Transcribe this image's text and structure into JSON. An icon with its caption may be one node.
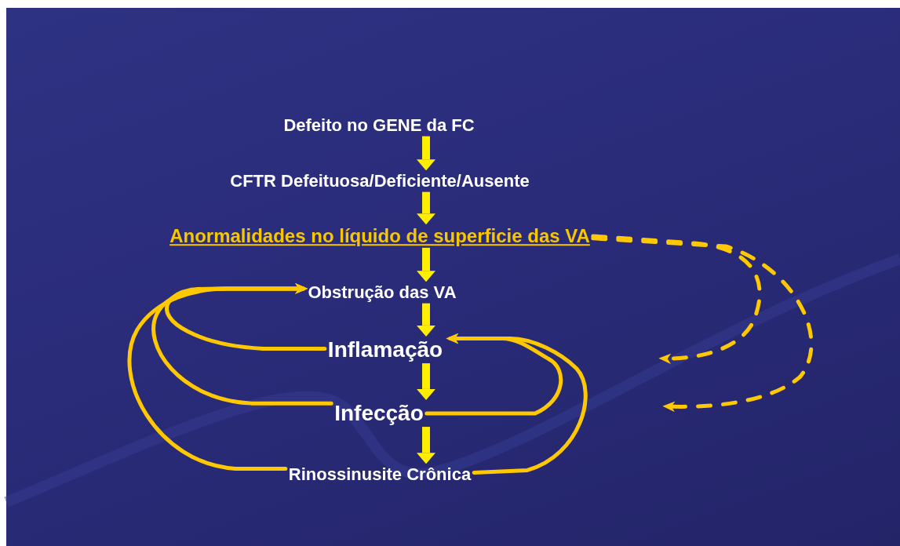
{
  "diagram": {
    "nodes": [
      {
        "text": [
          "Defeito no GENE da FC"
        ]
      },
      {
        "text": [
          "CFTR Defeituosa/Deficiente/Ausente"
        ]
      },
      {
        "text": [
          "Anormalidades no líquido de superficie das VA"
        ]
      },
      {
        "text": [
          "Obstrução das VA"
        ]
      },
      {
        "text": [
          "Inflamação"
        ]
      },
      {
        "text": [
          "Infecção"
        ]
      },
      {
        "text": [
          "Rinossinusite Crônica"
        ]
      }
    ],
    "edges": [
      {
        "from": 0,
        "to": 1,
        "arrow": "to",
        "style": "thick",
        "color": "#ffee00"
      },
      {
        "from": 1,
        "to": 2,
        "arrow": "to",
        "style": "thick",
        "color": "#ffee00"
      },
      {
        "from": 2,
        "to": 3,
        "arrow": "to",
        "style": "thick",
        "color": "#ffee00"
      },
      {
        "from": 3,
        "to": 4,
        "arrow": "to",
        "style": "thick",
        "color": "#ffee00"
      },
      {
        "from": 4,
        "to": 5,
        "arrow": "to",
        "style": "thick",
        "color": "#ffee00"
      },
      {
        "from": 5,
        "to": 6,
        "arrow": "to",
        "style": "thick",
        "color": "#ffee00"
      },
      {
        "from": 4,
        "to": 3,
        "arrow": "to"
      },
      {
        "from": 5,
        "to": 3,
        "arrow": "to"
      },
      {
        "from": 6,
        "to": 3,
        "arrow": "to"
      },
      {
        "from": 5,
        "to": 4,
        "arrow": "to"
      },
      {
        "from": 6,
        "to": 4,
        "arrow": "to"
      },
      {
        "from": 2,
        "to": null,
        "arrow": "to",
        "style": "dashed"
      },
      {
        "from": 2,
        "to": null,
        "arrow": "to",
        "style": "dashed"
      }
    ]
  }
}
